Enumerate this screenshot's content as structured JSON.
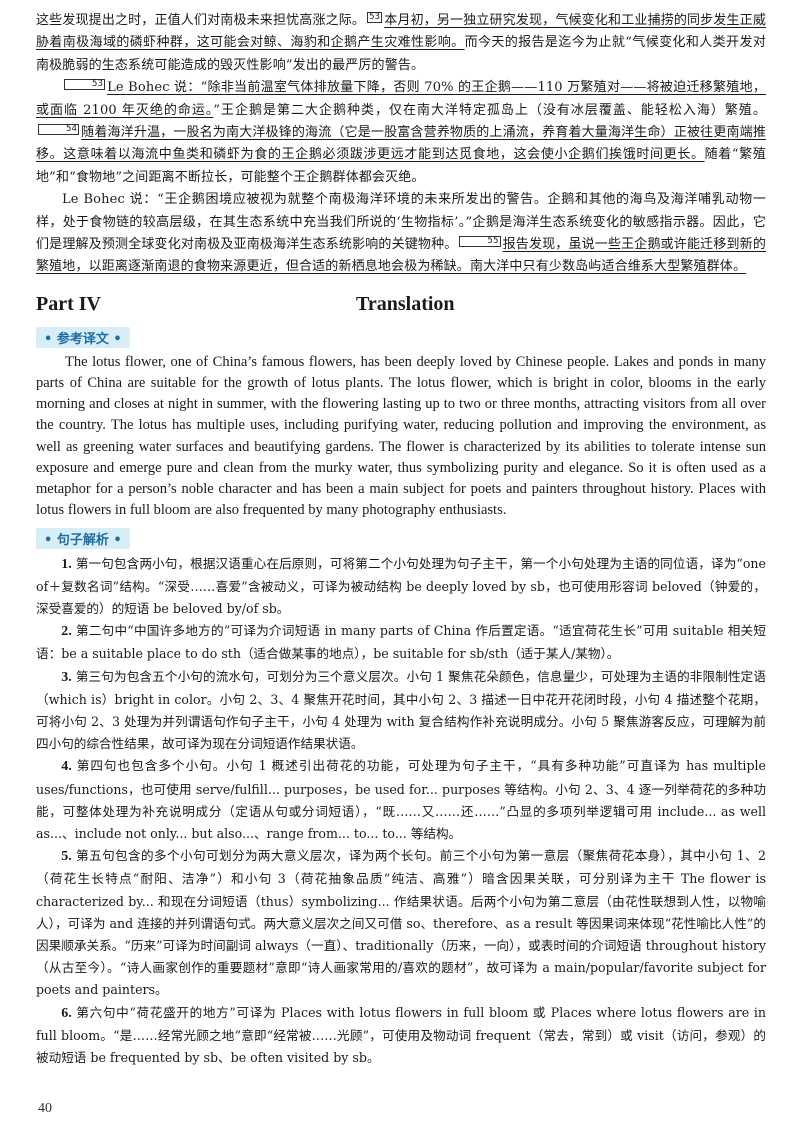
{
  "top_text": {
    "p1_a": "这些发现提出之时，正值人们对南极未来担忧高涨之际。",
    "p1_sup1": "53",
    "p1_b": "本月初，另一独立研究发现，气候变化和工业捕捞的同步发生正威胁着南极海域的磷虾种群，这可能会对鲸、海豹和企鹅产生灾难性影响。",
    "p1_c": "而今天的报告是迄今为止就“气候变化和人类开发对南极脆弱的生态系统可能造成的毁灭性影响”发出的最严厉的警告。",
    "p2_sup1": "53",
    "p2_a": "Le Bohec 说：“除非当前温室气体排放量下降，否则 70% 的王企鹅——110 万繁殖对——将被迫迁移繁殖地，或面临 2100 年灭绝的命运。",
    "p2_b": "”王企鹅是第二大企鹅种类，仅在南大洋特定孤岛上（没有冰层覆盖、能轻松入海）繁殖。",
    "p2_sup2": "54",
    "p2_c": "随着海洋升温，一股名为南大洋极锋的海流（它是一股富含营养物质的上涌流，养育着大量海洋生命）正被往更南端推移。这意味着以海流中鱼类和磷虾为食的王企鹅必须跋涉更远才能到达觅食地，这会使小企鹅们挨饿时间更长。",
    "p2_d": "随着“繁殖地”和“食物地”之间距离不断拉长，可能整个王企鹅群体都会灭绝。",
    "p3_a": "Le Bohec 说：“王企鹅困境应被视为就整个南极海洋环境的未来所发出的警告。企鹅和其他的海鸟及海洋哺乳动物一样，处于食物链的较高层级，在其生态系统中充当我们所说的‘生物指标’。”企鹅是海洋生态系统变化的敏感指示器。因此，它们是理解及预测全球变化对南极及亚南极海洋生态系统影响的关键物种。",
    "p3_sup": "55",
    "p3_b": "报告发现，虽说一些王企鹅或许能迁移到新的繁殖地，以距离逐渐南退的食物来源更近，但合适的新栖息地会极为稀缺。南大洋中只有少数岛屿适合维系大型繁殖群体。"
  },
  "part": {
    "label": "Part IV",
    "title": "Translation"
  },
  "ref_tag": "• 参考译文 •",
  "translation": "The lotus flower, one of China’s famous flowers, has been deeply loved by Chinese people. Lakes and ponds in many parts of China are suitable for the growth of lotus plants. The lotus flower, which is bright in color, blooms in the early morning and closes at night in summer, with the flowering lasting up to two or three months, attracting visitors from all over the country. The lotus has multiple uses, including purifying water, reducing pollution and improving the environment, as well as greening water surfaces and beautifying gardens. The flower is characterized by its abilities to tolerate intense sun exposure and emerge pure and clean from the murky water, thus symbolizing purity and elegance. So it is often used as a metaphor for a person’s noble character and has been a main subject for poets and painters throughout history. Places with lotus flowers in full bloom are also frequented by many photography enthusiasts.",
  "analysis_tag": "• 句子解析 •",
  "notes": [
    {
      "num": "1.",
      "text": "第一句包含两小句，根据汉语重心在后原则，可将第二个小句处理为句子主干，第一个小句处理为主语的同位语，译为“one of＋复数名词”结构。“深受……喜爱”含被动义，可译为被动结构 be deeply loved by sb，也可使用形容词 beloved（钟爱的，深受喜爱的）的短语 be beloved by/of sb。"
    },
    {
      "num": "2.",
      "text": "第二句中“中国许多地方的”可译为介词短语 in many parts of China 作后置定语。“适宜荷花生长”可用 suitable 相关短语：be a suitable place to do sth（适合做某事的地点），be suitable for sb/sth（适于某人/某物）。"
    },
    {
      "num": "3.",
      "text": "第三句为包含五个小句的流水句，可划分为三个意义层次。小句 1 聚焦花朵颜色，信息量少，可处理为主语的非限制性定语（which is）bright in color。小句 2、3、4 聚焦开花时间，其中小句 2、3 描述一日中花开花闭时段，小句 4 描述整个花期，可将小句 2、3 处理为并列谓语句作句子主干，小句 4 处理为 with 复合结构作补充说明成分。小句 5 聚焦游客反应，可理解为前四小句的综合性结果，故可译为现在分词短语作结果状语。"
    },
    {
      "num": "4.",
      "text": "第四句也包含多个小句。小句 1 概述引出荷花的功能，可处理为句子主干，“具有多种功能”可直译为 has multiple uses/functions，也可使用 serve/fulfill... purposes，be used for... purposes 等结构。小句 2、3、4 逐一列举荷花的多种功能，可整体处理为补充说明成分（定语从句或分词短语），“既……又……还……”凸显的多项列举逻辑可用 include... as well as...、include not only... but also...、range from... to... to... 等结构。"
    },
    {
      "num": "5.",
      "text": "第五句包含的多个小句可划分为两大意义层次，译为两个长句。前三个小句为第一意层（聚焦荷花本身），其中小句 1、2（荷花生长特点“耐阳、洁净”）和小句 3（荷花抽象品质“纯洁、高雅”）暗含因果关联，可分别译为主干 The flower is characterized by... 和现在分词短语（thus）symbolizing... 作结果状语。后两个小句为第二意层（由花性联想到人性，以物喻人），可译为 and 连接的并列谓语句式。两大意义层次之间又可借 so、therefore、as a result 等因果词来体现“花性喻比人性”的因果顺承关系。“历来”可译为时间副词 always（一直）、traditionally（历来，一向），或表时间的介词短语 throughout history（从古至今）。“诗人画家创作的重要题材”意即“诗人画家常用的/喜欢的题材”，故可译为 a main/popular/favorite subject for poets and painters。"
    },
    {
      "num": "6.",
      "text": "第六句中“荷花盛开的地方”可译为 Places with lotus flowers in full bloom 或 Places where lotus flowers are in full bloom。“是……经常光顾之地”意即“经常被……光顾”，可使用及物动词 frequent（常去，常到）或 visit（访问，参观）的被动短语 be frequented by sb、be often visited by sb。"
    }
  ],
  "page_number": "40"
}
